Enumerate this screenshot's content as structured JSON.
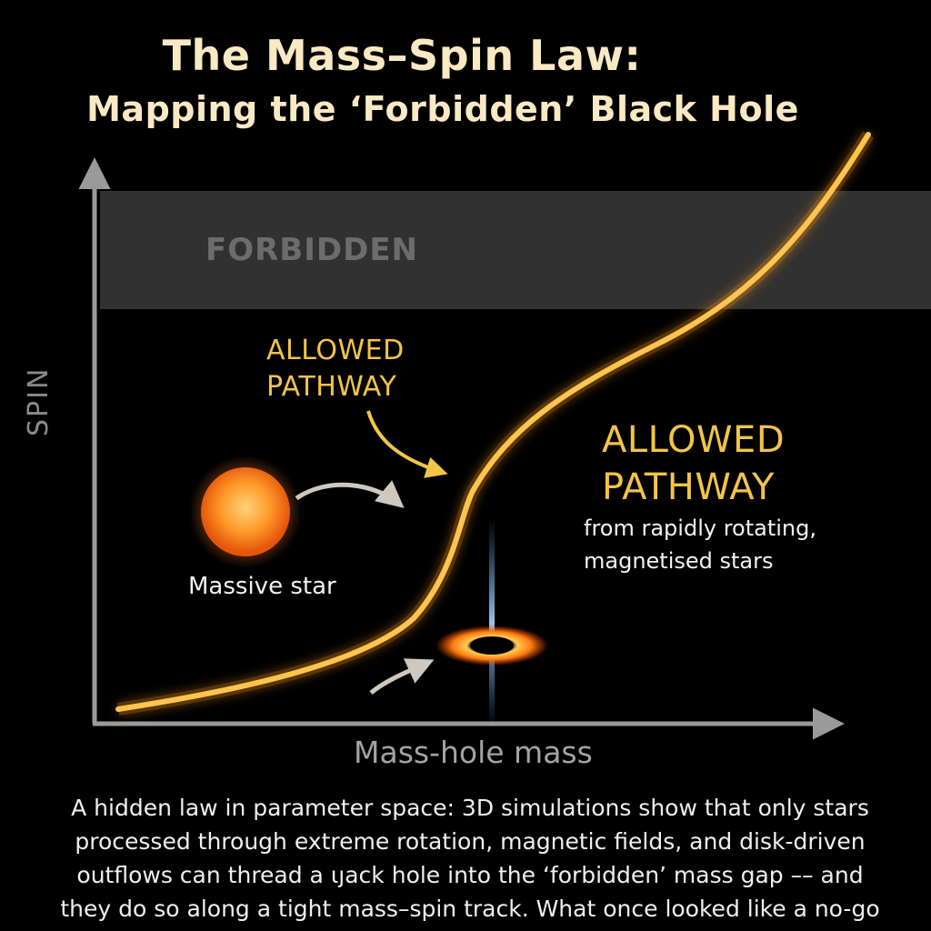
{
  "title": {
    "line1": "The Mass–Spin Law:",
    "line2": "Mapping the ‘Forbidden’ Black Hole"
  },
  "axes": {
    "y_label": "SPIN",
    "x_label": "Mass-hole mass"
  },
  "regions": {
    "forbidden_label": "FORBIDDEN"
  },
  "annotations": {
    "allowed_small_line1": "ALLOWED",
    "allowed_small_line2": "PATHWAY",
    "allowed_large_line1": "ALLOWED",
    "allowed_large_line2": "PATHWAY",
    "allowed_desc_line1": "from rapidly rotating,",
    "allowed_desc_line2": "magnetised stars",
    "star_label": "Massive star"
  },
  "caption": {
    "line1": "A hidden law in parameter space: 3D simulations show that only stars",
    "line2": "processed through extreme rotation, magnetic fields, and disk-driven",
    "line3": "outflows can thread a ɩȷack hole into the ‘forbidden’ mass gap –– and",
    "line4": "they do so along a tight mass–spin track. What once looked like a no-go"
  },
  "colors": {
    "background": "#000000",
    "title": "#fbe9c4",
    "curve": "#ffc44d",
    "forbidden_band": "#3a3a3a",
    "allowed_text": "#f2c448",
    "star": "#ff8a1c"
  },
  "icons": {
    "star": "star-icon",
    "black_hole": "black-hole-icon"
  }
}
